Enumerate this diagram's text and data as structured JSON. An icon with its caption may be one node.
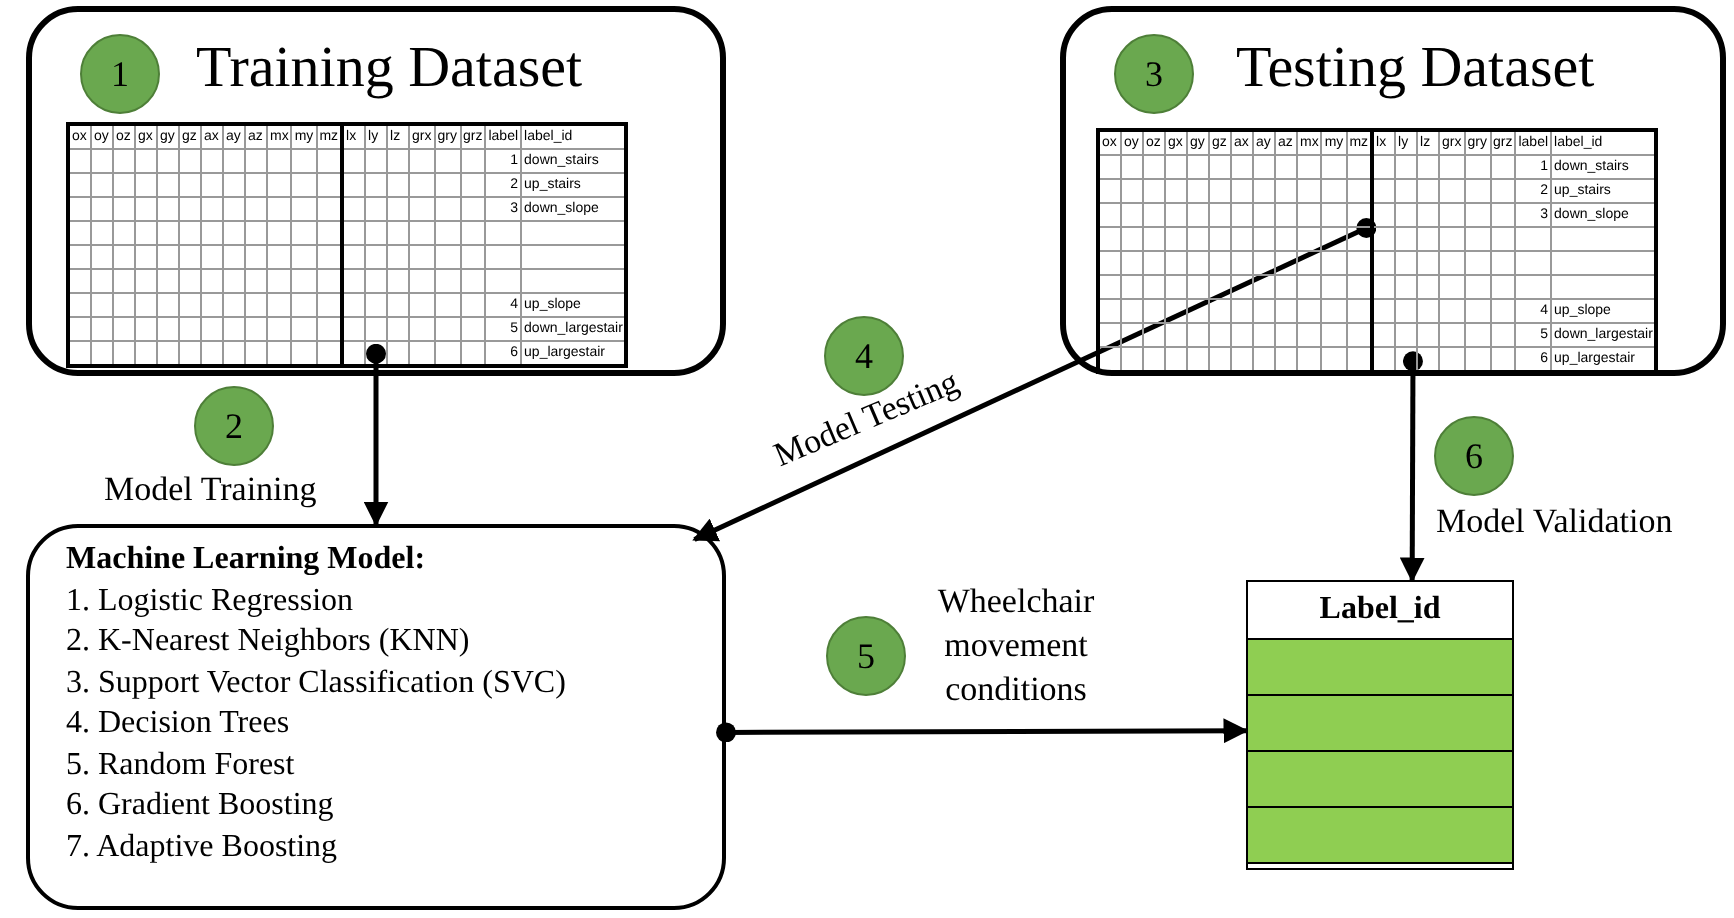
{
  "diagram": {
    "nodes": [
      {
        "text": [
          "Training Dataset"
        ]
      },
      {
        "text": [
          "1"
        ],
        "in": 0
      },
      {
        "text": [
          "Testing Dataset"
        ]
      },
      {
        "text": [
          "3"
        ],
        "in": 2
      },
      {
        "text": [
          "2"
        ]
      },
      {
        "text": [
          "4"
        ]
      },
      {
        "text": [
          "6"
        ]
      },
      {
        "text": [
          "Machine Learning Model:",
          "1. Logistic Regression",
          "2. K-Nearest Neighbors (KNN)",
          "3. Support Vector Classification (SVC)",
          "4. Decision Trees",
          "5. Random Forest",
          "6. Gradient Boosting",
          "7. Adaptive Boosting"
        ]
      },
      {
        "text": [
          "5"
        ]
      },
      {
        "text": [
          "Label_id"
        ]
      }
    ],
    "edges": [
      {
        "from": 0,
        "to": 7,
        "arrow": "to",
        "label": "Model Training"
      },
      {
        "from": 2,
        "to": 7,
        "arrow": "to",
        "label": "Model Testing"
      },
      {
        "from": 7,
        "to": 9,
        "arrow": "to",
        "label": "Wheelchair movement conditions"
      },
      {
        "from": 2,
        "to": 9,
        "arrow": "to",
        "label": "Model Validation"
      }
    ],
    "labels": [
      "ox",
      "oy",
      "oz",
      "gx",
      "gy",
      "gz",
      "ax",
      "ay",
      "az",
      "mx",
      "my",
      "mz",
      "lx",
      "ly",
      "lz",
      "grx",
      "gry",
      "grz",
      "label",
      "label_id",
      "1",
      "down_stairs",
      "2",
      "up_stairs",
      "3",
      "down_slope",
      "4",
      "up_slope",
      "5",
      "down_largestair",
      "6",
      "up_largestair",
      "ox",
      "oy",
      "oz",
      "gx",
      "gy",
      "gz",
      "ax",
      "ay",
      "az",
      "mx",
      "my",
      "mz",
      "lx",
      "ly",
      "lz",
      "grx",
      "gry",
      "grz",
      "label",
      "label_id",
      "1",
      "down_stairs",
      "2",
      "up_stairs",
      "3",
      "down_slope",
      "4",
      "up_slope",
      "5",
      "down_largestair",
      "6",
      "up_largestair"
    ]
  }
}
